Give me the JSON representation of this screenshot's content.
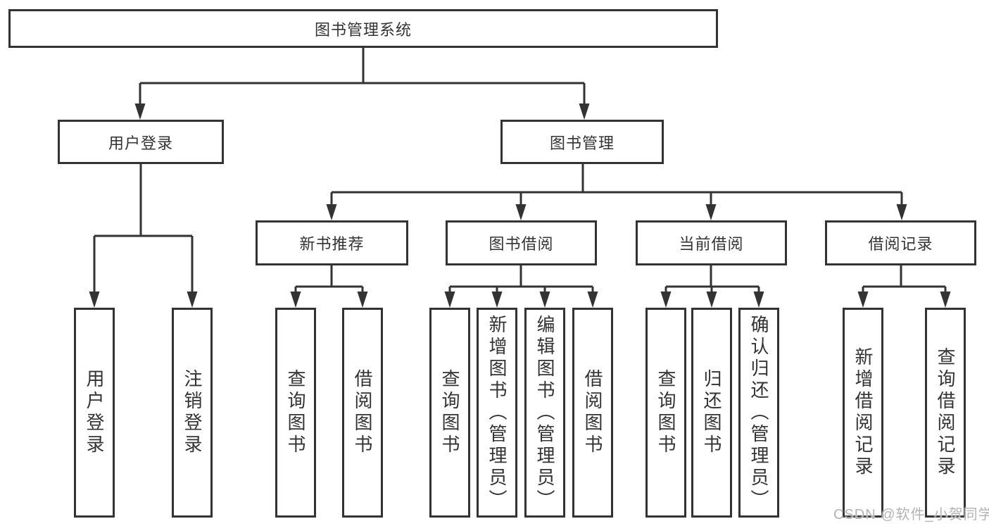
{
  "root": {
    "label": "图书管理系统"
  },
  "level2": {
    "user_login": {
      "label": "用户登录"
    },
    "book_mgmt": {
      "label": "图书管理"
    }
  },
  "level3": {
    "new_book": {
      "label": "新书推荐"
    },
    "book_borrow": {
      "label": "图书借阅"
    },
    "current_borrow": {
      "label": "当前借阅"
    },
    "borrow_records": {
      "label": "借阅记录"
    }
  },
  "leaves": {
    "user_login": [
      "用户登录",
      "注销登录"
    ],
    "new_book": [
      "查询图书",
      "借阅图书"
    ],
    "book_borrow": [
      "查询图书",
      "新增图书（管理员）",
      "编辑图书（管理员）",
      "借阅图书"
    ],
    "current_borrow": [
      "查询图书",
      "归还图书",
      "确认归还（管理员）"
    ],
    "borrow_records": [
      "新增借阅记录",
      "查询借阅记录"
    ]
  },
  "watermark": "CSDN @软件_小贺同学",
  "colors": {
    "line": "#333333",
    "text": "#333333",
    "watermark": "#b3b3b3",
    "background": "#ffffff"
  }
}
